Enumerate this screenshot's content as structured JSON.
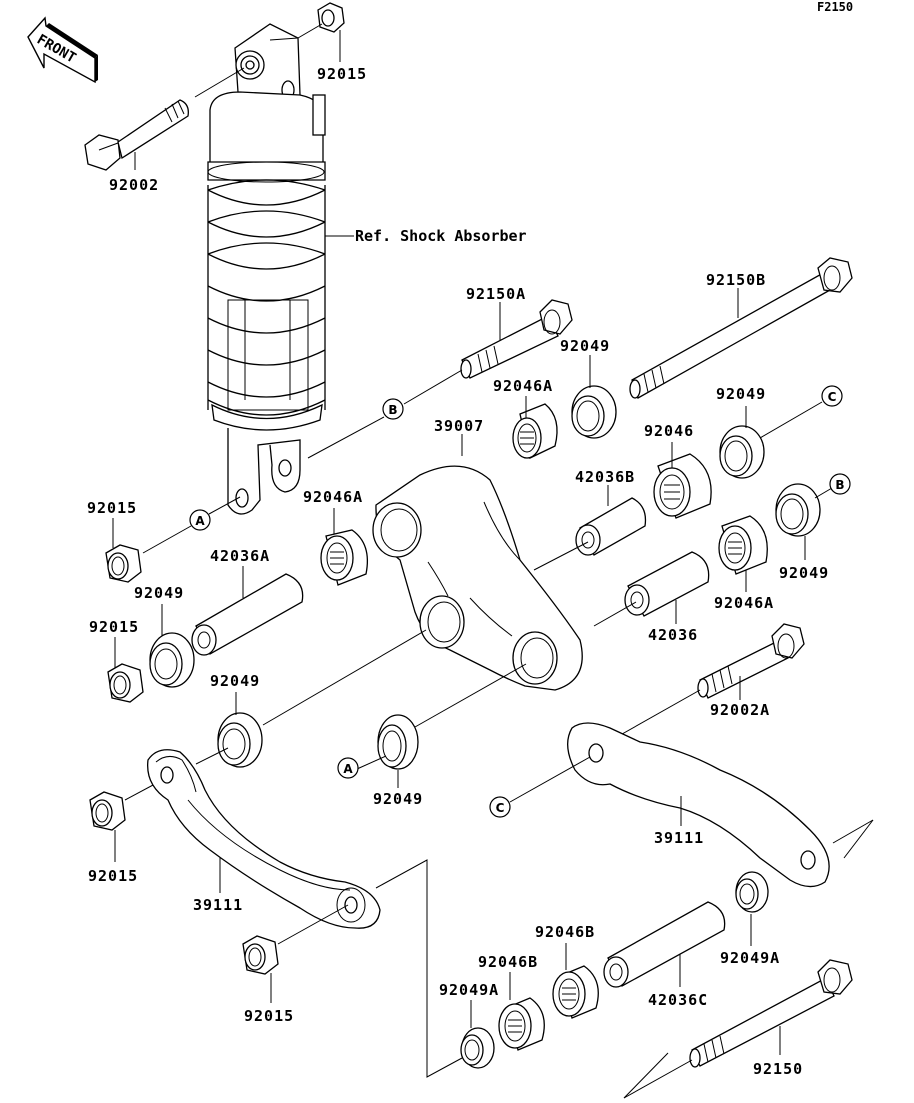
{
  "diagram": {
    "code": "F2150",
    "front_label": "FRONT",
    "reference_label": "Ref. Shock Absorber",
    "part_labels": {
      "nut_top": "92015",
      "bolt_top": "92002",
      "bolt_92150A": "92150A",
      "bolt_92150B": "92150B",
      "seal_upper_mid": "92049",
      "bearing_92046A_top": "92046A",
      "rocker_arm": "39007",
      "seal_c": "92049",
      "bearing_92046": "92046",
      "collar_42036B": "42036B",
      "seal_b": "92049",
      "bearing_92046A_right": "92046A",
      "collar_42036": "42036",
      "nut_left_a": "92015",
      "bearing_92046A_left": "92046A",
      "collar_42036A": "42036A",
      "seal_left": "92049",
      "nut_left_b": "92015",
      "seal_left_low": "92049",
      "seal_a": "92049",
      "bolt_92002A": "92002A",
      "tie_rod_right": "39111",
      "nut_left_c": "92015",
      "tie_rod_left": "39111",
      "nut_bottom": "92015",
      "seal_92049A_right": "92049A",
      "bearing_92046B_top": "92046B",
      "bearing_92046B_low": "92046B",
      "seal_92049A_left": "92049A",
      "collar_42036C": "42036C",
      "bolt_92150": "92150"
    },
    "callouts": {
      "a": "A",
      "b": "B",
      "c": "C"
    }
  }
}
